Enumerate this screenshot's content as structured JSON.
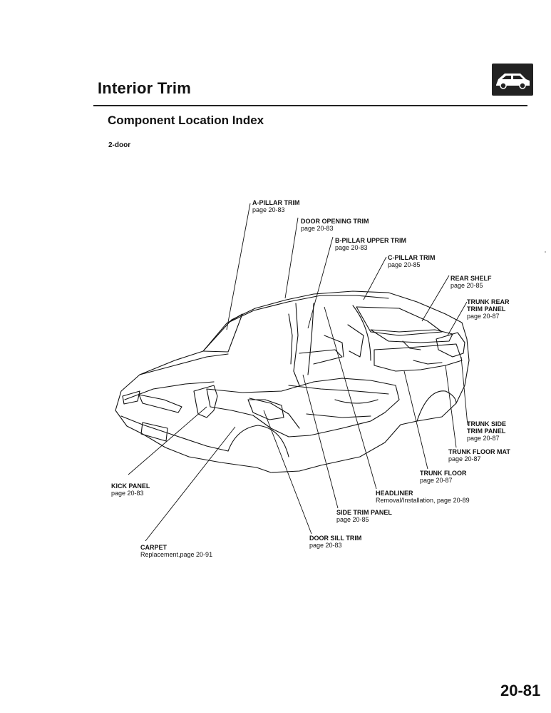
{
  "header": {
    "title": "Interior Trim",
    "section": "Component Location Index",
    "variant": "2-door",
    "icon": "car-body-icon"
  },
  "callouts": {
    "a_pillar": {
      "name": "A-PILLAR TRIM",
      "ref": "page 20-83"
    },
    "door_opening": {
      "name": "DOOR OPENING TRIM",
      "ref": "page 20-83"
    },
    "b_pillar": {
      "name": "B-PILLAR UPPER TRIM",
      "ref": "page 20-83"
    },
    "c_pillar": {
      "name": "C-PILLAR TRIM",
      "ref": "page 20-85"
    },
    "rear_shelf": {
      "name": "REAR SHELF",
      "ref": "page 20-85"
    },
    "trunk_rear": {
      "name": "TRUNK REAR TRIM PANEL",
      "name_line1": "TRUNK REAR",
      "name_line2": "TRIM PANEL",
      "ref": "page 20-87"
    },
    "trunk_side": {
      "name": "TRUNK SIDE TRIM PANEL",
      "name_line1": "TRUNK SIDE",
      "name_line2": "TRIM PANEL",
      "ref": "page 20-87"
    },
    "trunk_floor_mat": {
      "name": "TRUNK FLOOR MAT",
      "ref": "page 20-87"
    },
    "trunk_floor": {
      "name": "TRUNK FLOOR",
      "ref": "page 20-87"
    },
    "headliner": {
      "name": "HEADLINER",
      "ref": "Removal/Installation, page 20-89"
    },
    "side_trim": {
      "name": "SIDE TRIM PANEL",
      "ref": "page 20-85"
    },
    "door_sill": {
      "name": "DOOR SILL TRIM",
      "ref": "page 20-83"
    },
    "kick_panel": {
      "name": "KICK PANEL",
      "ref": "page 20-83"
    },
    "carpet": {
      "name": "CARPET",
      "ref": "Replacement,page 20-91"
    }
  },
  "footer": {
    "page_number": "20-81"
  }
}
